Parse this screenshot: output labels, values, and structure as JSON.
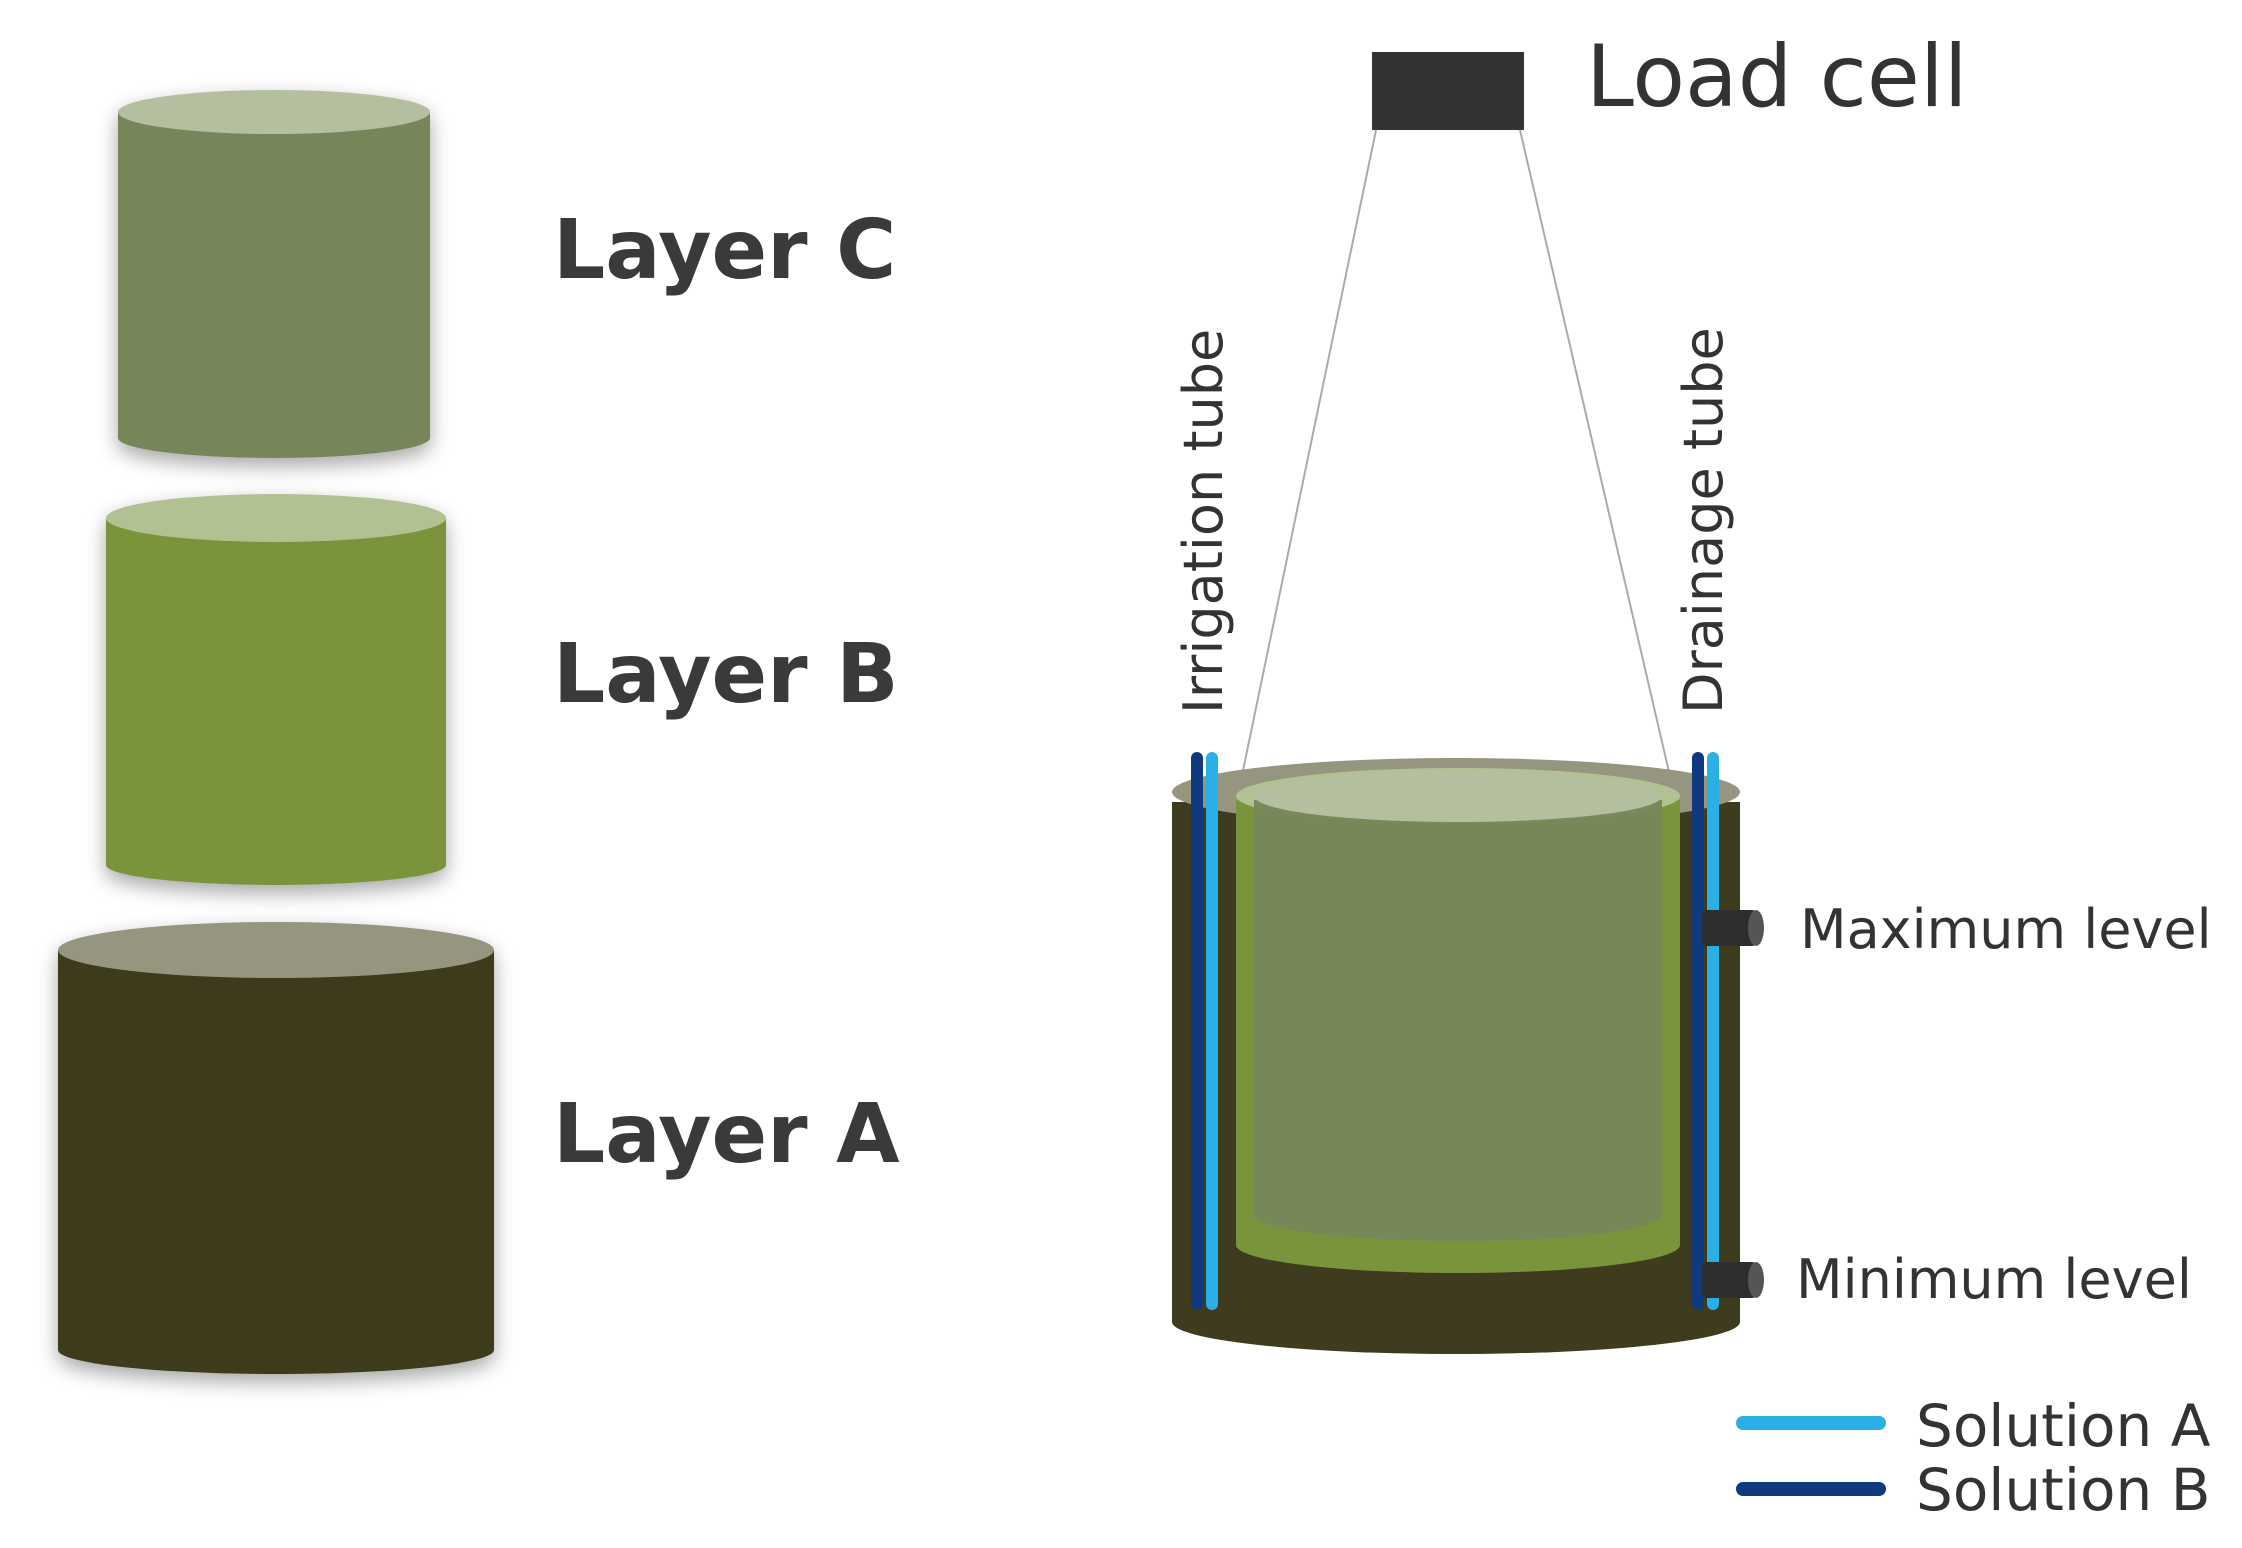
{
  "layers": {
    "c": {
      "label": "Layer C",
      "color": "#76865a",
      "top_color": "#b4bfa0"
    },
    "b": {
      "label": "Layer B",
      "color": "#7a943b",
      "top_color": "#b2c192"
    },
    "a": {
      "label": "Layer A",
      "color": "#3e3b1e",
      "top_color": "#96957f"
    }
  },
  "device": {
    "load_cell": "Load cell",
    "irrigation_tube": "Irrigation tube",
    "drainage_tube": "Drainage tube",
    "maximum_level": "Maximum level",
    "minimum_level": "Minimum level"
  },
  "legend": {
    "solution_a": {
      "label": "Solution A",
      "color": "#2ab0e6"
    },
    "solution_b": {
      "label": "Solution B",
      "color": "#0f3a80"
    }
  }
}
